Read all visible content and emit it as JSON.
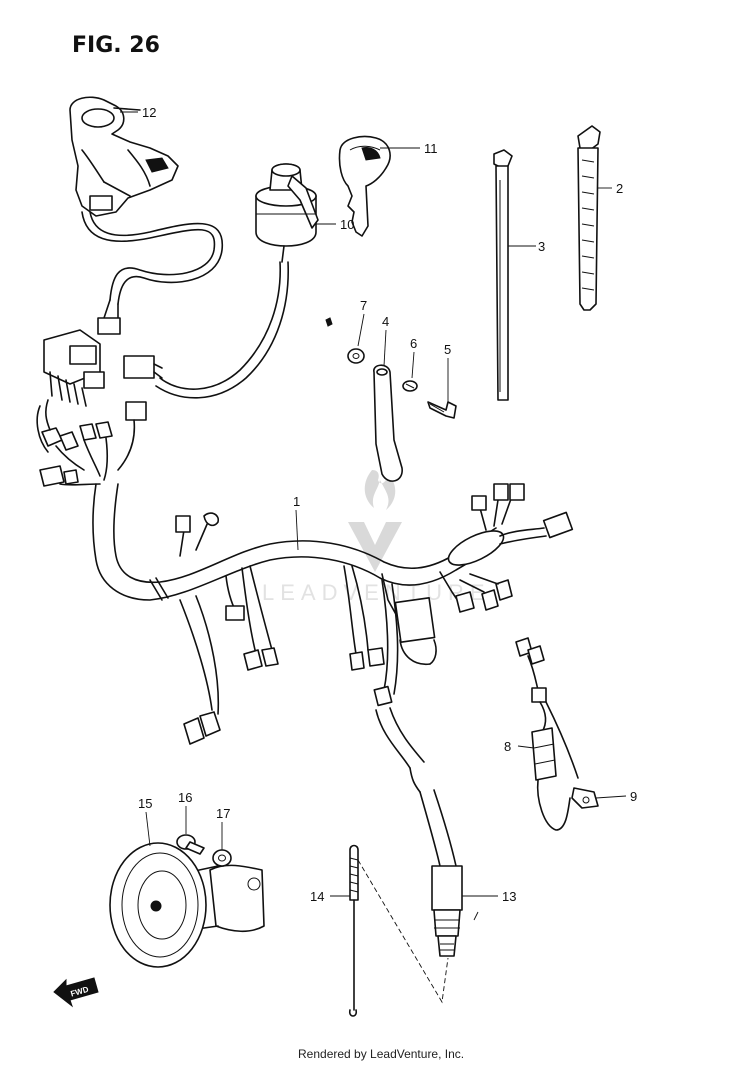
{
  "figure_title": "FIG. 26",
  "footer_text": "Rendered by LeadVenture, Inc.",
  "watermark_text": "LEADVENTURE",
  "fwd_label": "FWD",
  "callouts": {
    "p1": "1",
    "p2": "2",
    "p3": "3",
    "p4": "4",
    "p5": "5",
    "p6": "6",
    "p7": "7",
    "p8": "8",
    "p9": "9",
    "p10": "10",
    "p11": "11",
    "p12": "12",
    "p13": "13",
    "p14": "14",
    "p15": "15",
    "p16": "16",
    "p17": "17"
  }
}
